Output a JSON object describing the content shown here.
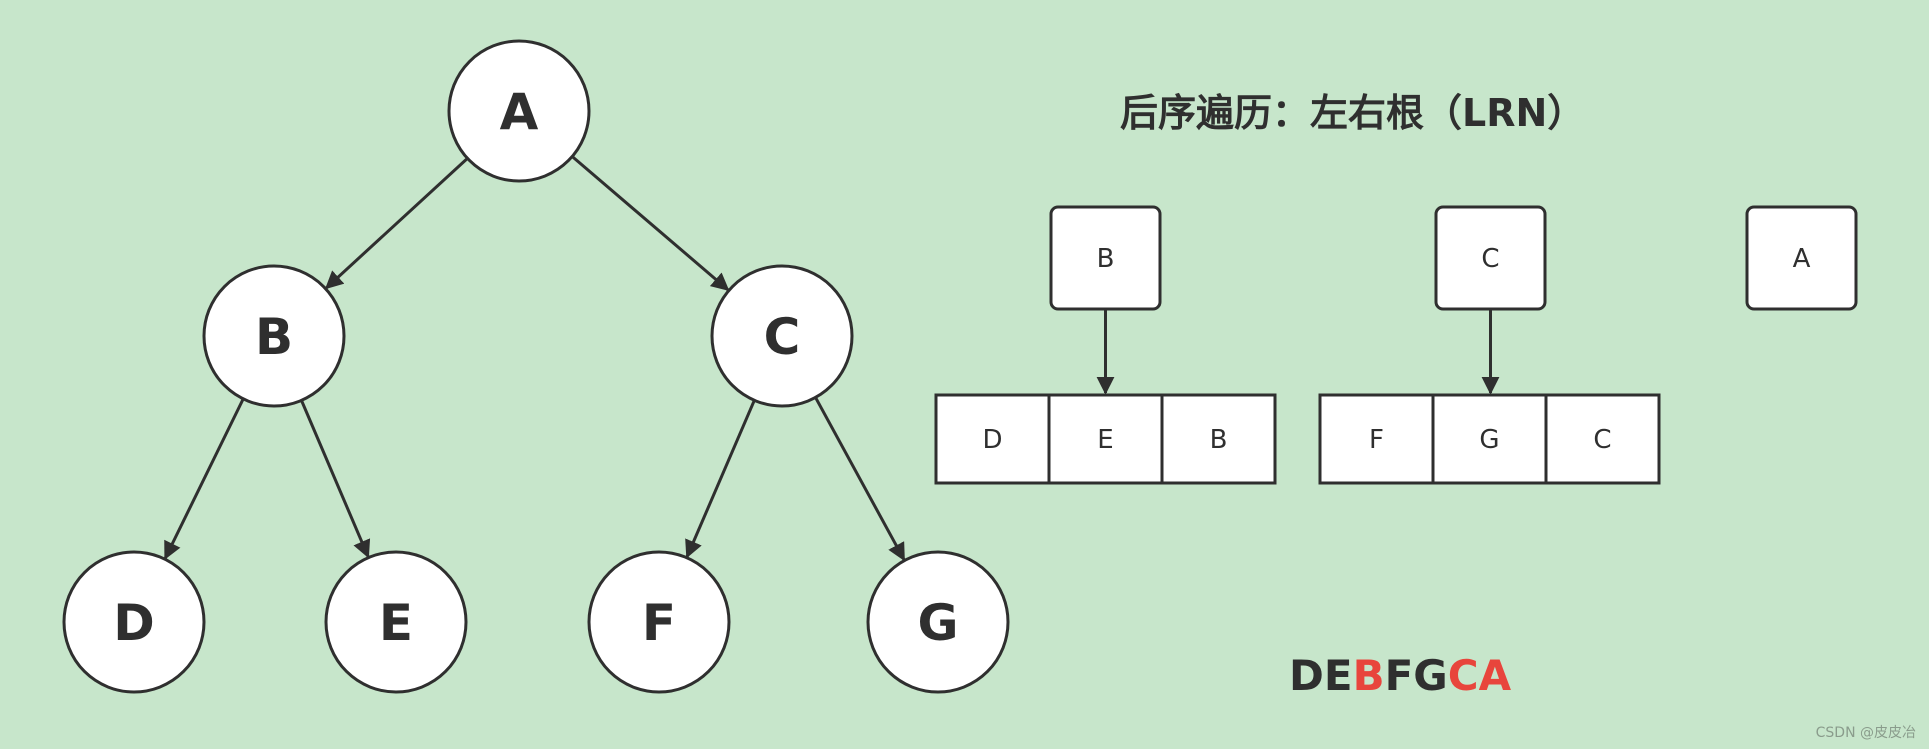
{
  "title": "后序遍历：左右根（LRN）",
  "tree": {
    "nodes": [
      {
        "id": "A",
        "label": "A"
      },
      {
        "id": "B",
        "label": "B"
      },
      {
        "id": "C",
        "label": "C"
      },
      {
        "id": "D",
        "label": "D"
      },
      {
        "id": "E",
        "label": "E"
      },
      {
        "id": "F",
        "label": "F"
      },
      {
        "id": "G",
        "label": "G"
      }
    ],
    "edges": [
      {
        "from": "A",
        "to": "B"
      },
      {
        "from": "A",
        "to": "C"
      },
      {
        "from": "B",
        "to": "D"
      },
      {
        "from": "B",
        "to": "E"
      },
      {
        "from": "C",
        "to": "F"
      },
      {
        "from": "C",
        "to": "G"
      }
    ]
  },
  "steps": [
    {
      "root": "B",
      "sequence": [
        "D",
        "E",
        "B"
      ]
    },
    {
      "root": "C",
      "sequence": [
        "F",
        "G",
        "C"
      ]
    },
    {
      "root": "A",
      "sequence": []
    }
  ],
  "result": {
    "segments": [
      {
        "text": "DE",
        "color": "#2f2f2f"
      },
      {
        "text": "B",
        "color": "#e8453c"
      },
      {
        "text": "FG",
        "color": "#2f2f2f"
      },
      {
        "text": "CA",
        "color": "#e8453c"
      }
    ]
  },
  "watermark": "CSDN @皮皮冶",
  "colors": {
    "background": "#c7e6cb",
    "stroke": "#2f2f2f",
    "highlight": "#e8453c"
  }
}
